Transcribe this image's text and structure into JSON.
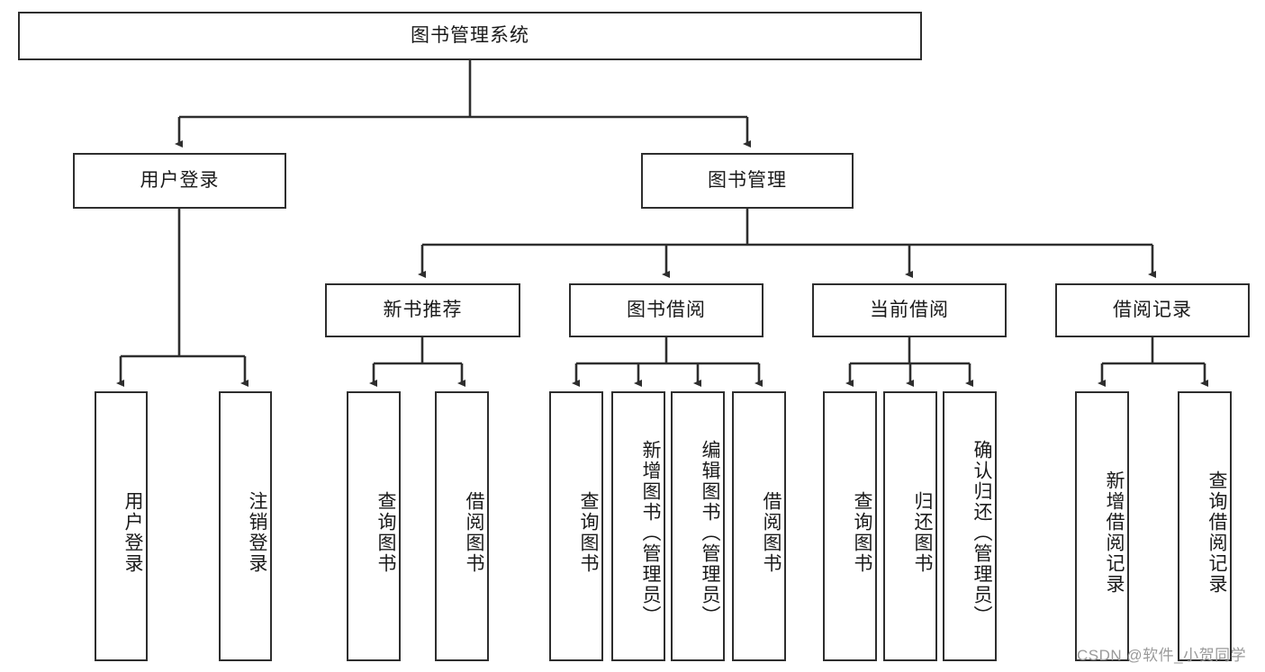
{
  "diagram": {
    "title": "图书管理系统",
    "type": "tree-hierarchy-chart",
    "colors": {
      "box_border": "#2e2e2e",
      "box_fill": "#ffffff",
      "line": "#2e2e2e",
      "background": "#ffffff",
      "watermark": "#9a9a9a"
    },
    "root": {
      "label": "图书管理系统"
    },
    "level1": [
      {
        "label": "用户登录"
      },
      {
        "label": "图书管理"
      }
    ],
    "level2": [
      {
        "label": "新书推荐"
      },
      {
        "label": "图书借阅"
      },
      {
        "label": "当前借阅"
      },
      {
        "label": "借阅记录"
      }
    ],
    "leaves": {
      "user_login": [
        {
          "label": "用户登录"
        },
        {
          "label": "注销登录"
        }
      ],
      "new_book_recommend": [
        {
          "label": "查询图书"
        },
        {
          "label": "借阅图书"
        }
      ],
      "book_borrow": [
        {
          "label": "查询图书"
        },
        {
          "label": "新增图书（管理员）"
        },
        {
          "label": "编辑图书（管理员）"
        },
        {
          "label": "借阅图书"
        }
      ],
      "current_borrow": [
        {
          "label": "查询图书"
        },
        {
          "label": "归还图书"
        },
        {
          "label": "确认归还（管理员）"
        }
      ],
      "borrow_record": [
        {
          "label": "新增借阅记录"
        },
        {
          "label": "查询借阅记录"
        }
      ]
    },
    "watermark": "CSDN @软件_小贺同学"
  }
}
